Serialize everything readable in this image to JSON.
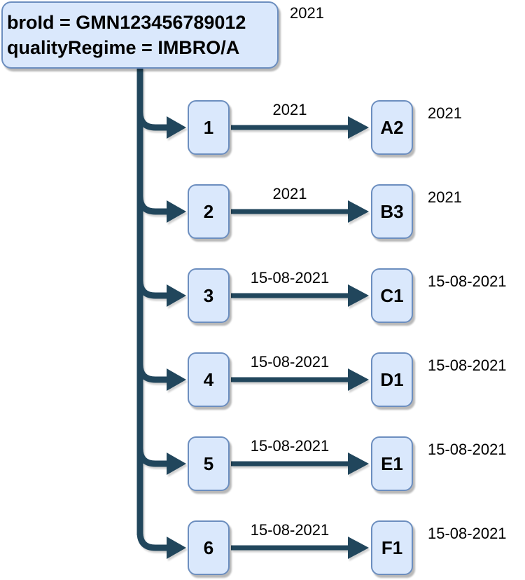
{
  "root": {
    "lines": [
      "broId = GMN123456789012",
      "qualityRegime = IMBRO/A"
    ],
    "label": "2021"
  },
  "rows": [
    {
      "source": "1",
      "edge_label": "2021",
      "target": "A2",
      "target_label": "2021"
    },
    {
      "source": "2",
      "edge_label": "2021",
      "target": "B3",
      "target_label": "2021"
    },
    {
      "source": "3",
      "edge_label": "15-08-2021",
      "target": "C1",
      "target_label": "15-08-2021"
    },
    {
      "source": "4",
      "edge_label": "15-08-2021",
      "target": "D1",
      "target_label": "15-08-2021"
    },
    {
      "source": "5",
      "edge_label": "15-08-2021",
      "target": "E1",
      "target_label": "15-08-2021"
    },
    {
      "source": "6",
      "edge_label": "15-08-2021",
      "target": "F1",
      "target_label": "15-08-2021"
    }
  ],
  "colors": {
    "node_fill": "#dae8fc",
    "node_border": "#6c8ebf",
    "connector": "#21465c",
    "text": "#000000"
  }
}
